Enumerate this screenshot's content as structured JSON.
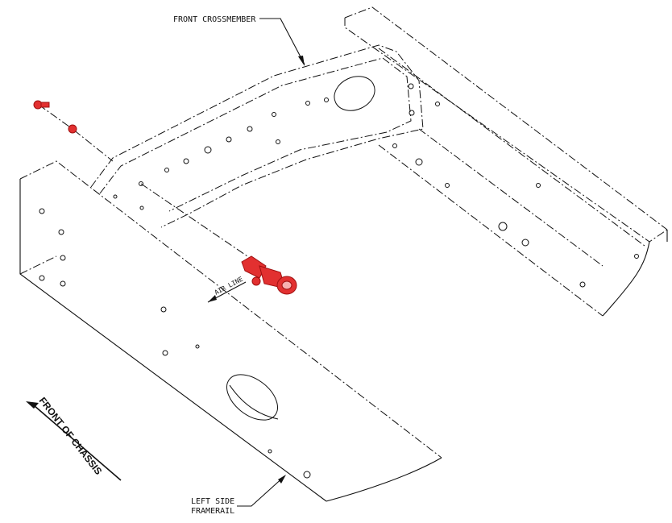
{
  "labels": {
    "front_crossmember": "FRONT CROSSMEMBER",
    "air_line": "AIR LINE",
    "front_of_chassis": "FRONT OF CHASSIS",
    "left_side_line1": "LEFT SIDE",
    "left_side_line2": "FRAMERAIL"
  },
  "colors": {
    "line": "#111111",
    "highlight_part": "#e23030"
  }
}
